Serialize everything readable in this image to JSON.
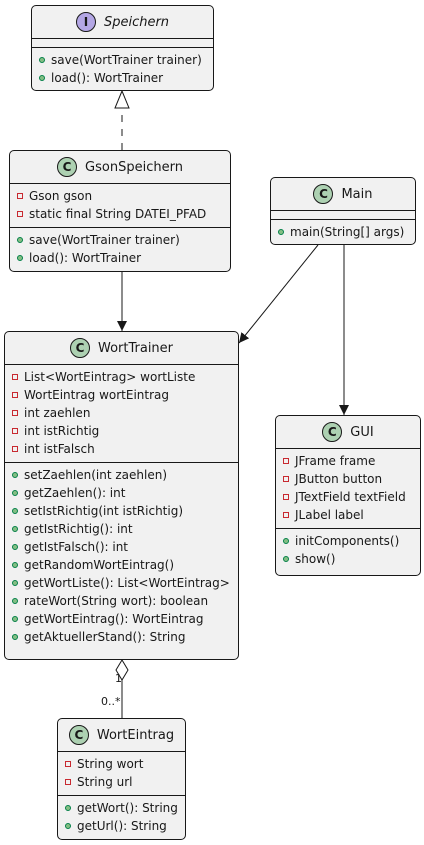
{
  "classes": {
    "speichern": {
      "stereotype": "I",
      "name": "Speichern",
      "attributes": [],
      "methods": [
        "save(WortTrainer trainer)",
        "load(): WortTrainer"
      ]
    },
    "gsonSpeichern": {
      "stereotype": "C",
      "name": "GsonSpeichern",
      "attributes": [
        "Gson gson",
        "static final String DATEI_PFAD"
      ],
      "methods": [
        "save(WortTrainer trainer)",
        "load(): WortTrainer"
      ]
    },
    "main": {
      "stereotype": "C",
      "name": "Main",
      "attributes": [],
      "methods": [
        "main(String[] args)"
      ]
    },
    "wortTrainer": {
      "stereotype": "C",
      "name": "WortTrainer",
      "attributes": [
        "List<WortEintrag> wortListe",
        "WortEintrag wortEintrag",
        "int zaehlen",
        "int istRichtig",
        "int istFalsch"
      ],
      "methods": [
        "setZaehlen(int zaehlen)",
        "getZaehlen(): int",
        "setIstRichtig(int istRichtig)",
        "getIstRichtig(): int",
        "getIstFalsch(): int",
        "getRandomWortEintrag()",
        "getWortListe(): List<WortEintrag>",
        "rateWort(String wort): boolean",
        "getWortEintrag(): WortEintrag",
        "getAktuellerStand(): String"
      ]
    },
    "gui": {
      "stereotype": "C",
      "name": "GUI",
      "attributes": [
        "JFrame frame",
        "JButton button",
        "JTextField textField",
        "JLabel label"
      ],
      "methods": [
        "initComponents()",
        "show()"
      ]
    },
    "wortEintrag": {
      "stereotype": "C",
      "name": "WortEintrag",
      "attributes": [
        "String wort",
        "String url"
      ],
      "methods": [
        "getWort(): String",
        "getUrl(): String"
      ]
    }
  },
  "relations": {
    "wortTrainer_wortEintrag": {
      "source_multiplicity": "1",
      "target_multiplicity": "0..*"
    }
  }
}
